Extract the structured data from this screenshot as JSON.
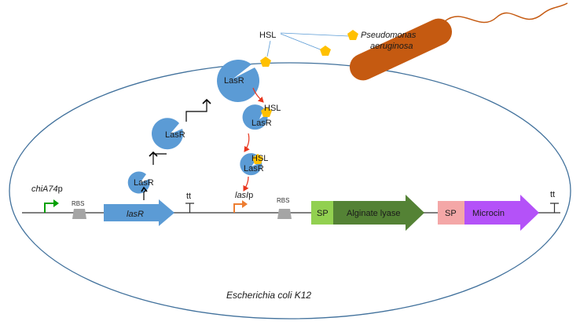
{
  "labels": {
    "hsl": "HSL",
    "pathogen_line1": "Pseudomonas",
    "pathogen_line2": "aeruginosa",
    "lasr": "LasR",
    "hsl_bound": "HSL",
    "rbs": "RBS",
    "terminator": "tt",
    "promoter_chia_italic": "chiA74",
    "promoter_chia_suffix": "p",
    "gene_lasr": "lasR",
    "promoter_lasi_italic": "lasI",
    "promoter_lasi_suffix": "p",
    "sp": "SP",
    "alginate_lyase": "Alginate lyase",
    "microcin": "Microcin",
    "cell": "Escherichia coli K12"
  },
  "colors": {
    "cell_outline": "#41719c",
    "dna": "#7f7f7f",
    "lasr_protein": "#5b9bd5",
    "hsl_molecule": "#ffc000",
    "bacterium": "#c55a11",
    "lasr_gene": "#5b9bd5",
    "rbs": "#a5a5a5",
    "sp_green": "#92d050",
    "alginate_lyase": "#548235",
    "sp_pink": "#f4a7a7",
    "microcin": "#b452f8",
    "promoter_green": "#00a000",
    "promoter_orange": "#ed7d31",
    "red_arrow": "#e8341c"
  }
}
